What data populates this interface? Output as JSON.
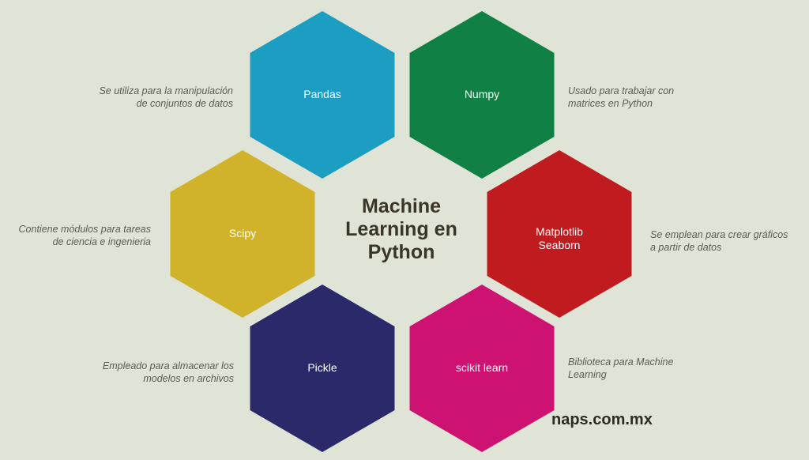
{
  "title": "Machine Learning en Python",
  "title_lines": [
    "Machine",
    "Learning en",
    "Python"
  ],
  "brand": "naps.com.mx",
  "hexagons": [
    {
      "label": "Pandas",
      "color": "#1b9ec1",
      "description": [
        "Se utiliza para la manipulación",
        "de conjuntos de datos"
      ]
    },
    {
      "label": "Numpy",
      "color": "#108045",
      "description": [
        "Usado para trabajar con",
        "matrices en Python"
      ]
    },
    {
      "label": "Scipy",
      "color": "#d1b22b",
      "description": [
        "Contiene módulos para tareas",
        "de ciencia e ingenieria"
      ]
    },
    {
      "label": "Matplotlib Seaborn",
      "label_lines": [
        "Matplotlib",
        "Seaborn"
      ],
      "color": "#c01b1e",
      "description": [
        "Se emplean para crear gráficos",
        "a partir de datos"
      ]
    },
    {
      "label": "Pickle",
      "color": "#2a2a6a",
      "description": [
        "Empleado para almacenar los",
        "modelos en archivos"
      ]
    },
    {
      "label": "scikit learn",
      "color": "#cd1272",
      "description": [
        "Biblioteca para Machine",
        "Learning"
      ]
    }
  ]
}
